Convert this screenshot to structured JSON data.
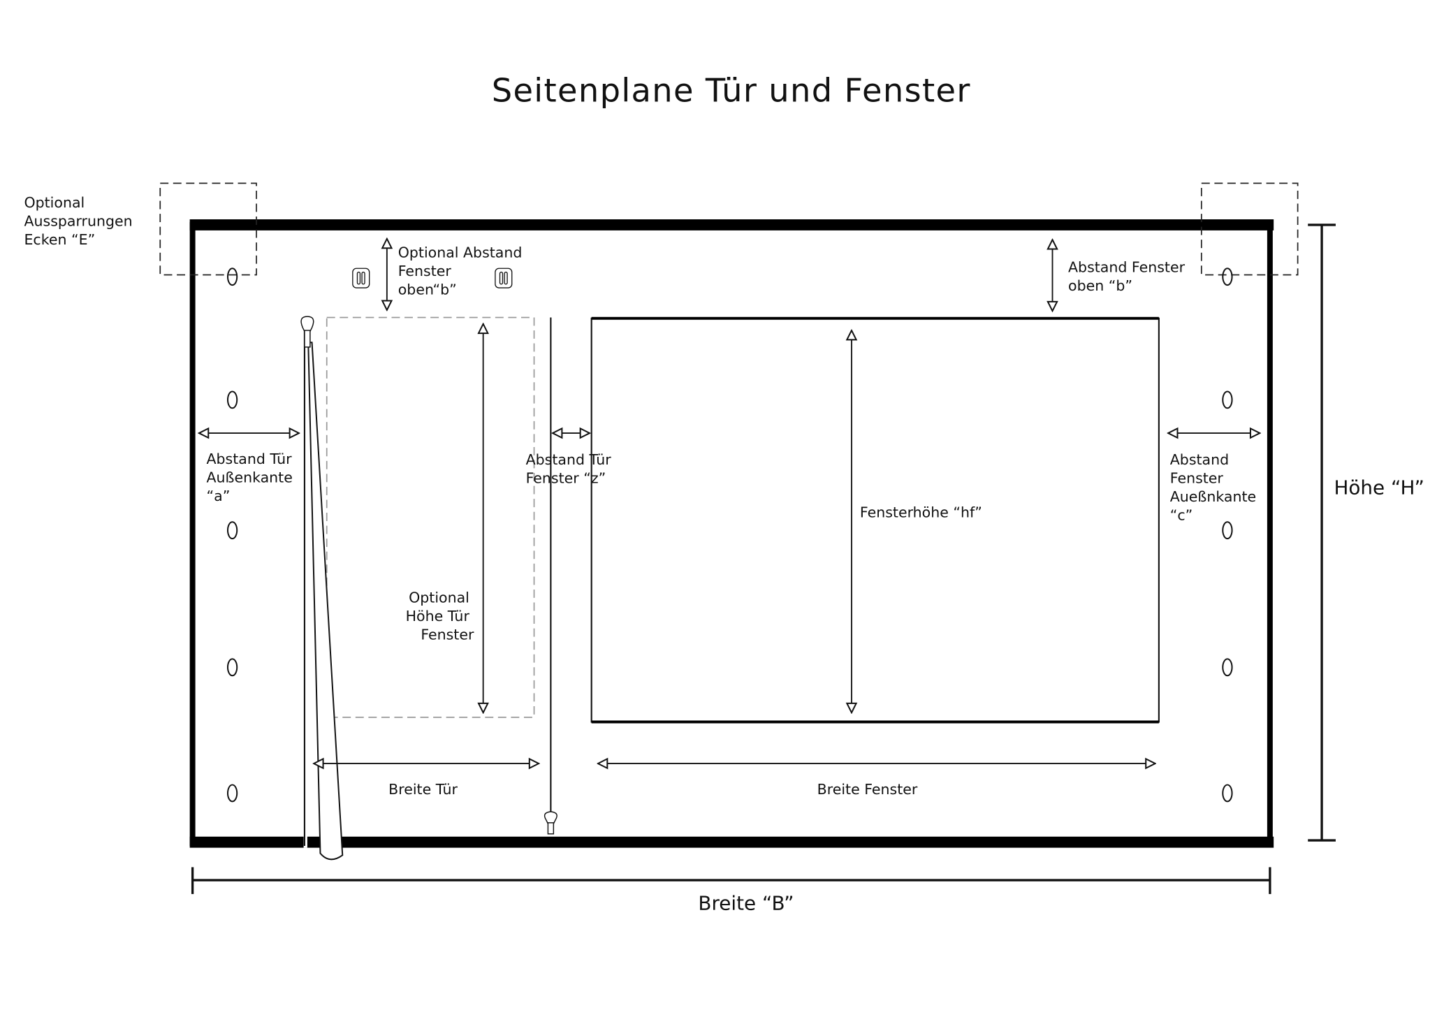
{
  "title": "Seitenplane Tür und Fenster",
  "labels": {
    "corners": [
      "Optional",
      "Aussparrungen",
      "Ecken “E”"
    ],
    "optional_top": [
      "Optional Abstand",
      "Fenster",
      "oben“b”"
    ],
    "window_top": [
      "Abstand Fenster",
      "oben “b”"
    ],
    "door_edge": [
      "Abstand Tür",
      "Außenkante",
      "“a”"
    ],
    "door_window": [
      "Abstand Tür",
      "Fenster “z”"
    ],
    "window_edge": [
      "Abstand",
      "Fenster",
      "Aueßnkante",
      "“c”"
    ],
    "window_height": "Fensterhöhe “hf”",
    "door_window_height": [
      "Optional",
      "Höhe Tür",
      "Fenster"
    ],
    "door_width": "Breite Tür",
    "window_width": "Breite Fenster",
    "total_height": "Höhe “H”",
    "total_width": "Breite “B”"
  }
}
